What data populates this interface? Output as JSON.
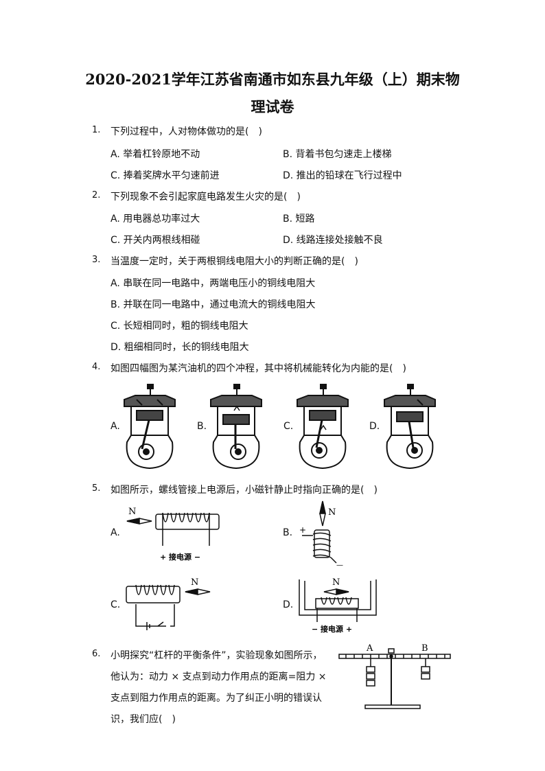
{
  "title_line1": "2020-2021学年江苏省南通市如东县九年级（上）期末物",
  "title_line2": "理试卷",
  "questions": [
    {
      "num": "1.",
      "text": "下列过程中，人对物体做功的是(　)",
      "options": [
        "A. 举着杠铃原地不动",
        "B. 背着书包匀速走上楼梯",
        "C. 捧着奖牌水平匀速前进",
        "D. 推出的铅球在飞行过程中"
      ]
    },
    {
      "num": "2.",
      "text": "下列现象不会引起家庭电路发生火灾的是(　)",
      "options": [
        "A. 用电器总功率过大",
        "B. 短路",
        "C. 开关内两根线相碰",
        "D. 线路连接处接触不良"
      ]
    },
    {
      "num": "3.",
      "text": "当温度一定时，关于两根铜线电阻大小的判断正确的是(　)",
      "options": [
        "A. 串联在同一电路中，两端电压小的铜线电阻大",
        "B. 并联在同一电路中，通过电流大的铜线电阻大",
        "C. 长短相同时，粗的铜线电阻大",
        "D. 粗细相同时，长的铜线电阻大"
      ]
    },
    {
      "num": "4.",
      "text": "如图四幅图为某汽油机的四个冲程，其中将机械能转化为内能的是(　)",
      "options": [
        "A.",
        "B.",
        "C.",
        "D."
      ]
    },
    {
      "num": "5.",
      "text": "如图所示，螺线管接上电源后，小磁针静止时指向正确的是(　)",
      "options": [
        "A.",
        "B.",
        "C.",
        "D."
      ],
      "figure_labels": {
        "north": "N",
        "power": "+ 接电源 −",
        "power_d": "− 接电源 +",
        "plus": "+",
        "minus": "—"
      }
    },
    {
      "num": "6.",
      "text_lines": [
        "小明探究“杠杆的平衡条件”，实验现象如图所示，",
        "他认为：动力 × 支点到动力作用点的距离=阻力 ×",
        "支点到阻力作用点的距离。为了纠正小明的错误认",
        "识，我们应(　)"
      ],
      "figure_labels": {
        "a": "A",
        "b": "B"
      }
    }
  ]
}
